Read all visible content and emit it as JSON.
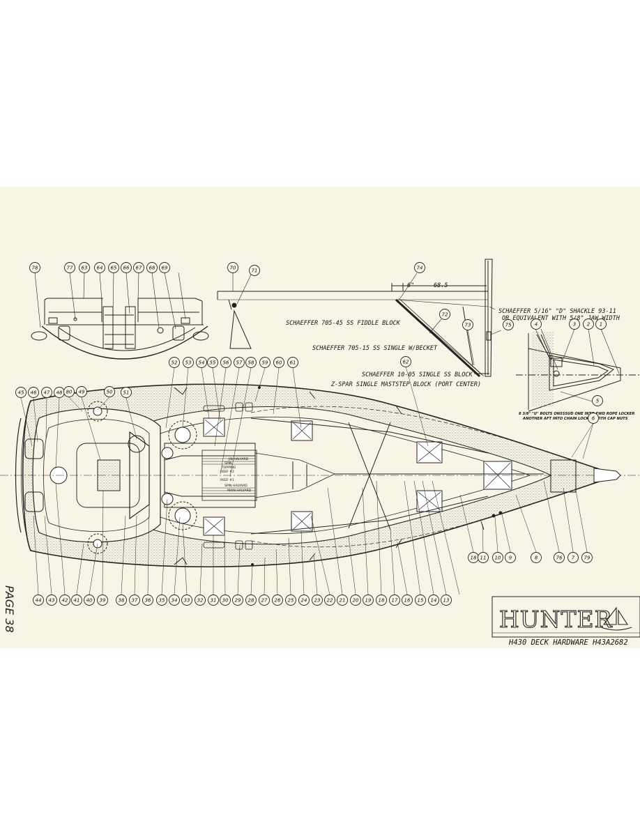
{
  "page_label": "PAGE 38",
  "title_block": {
    "logo_text": "HUNTER",
    "drawing_title": "H430 DECK HARDWARE H43A2682"
  },
  "dimensions": {
    "dim_a": "6\"",
    "dim_b": "68.5"
  },
  "notes": {
    "shackle": "SCHAEFFER 5/16\" \"D\" SHACKLE 93-11",
    "shackle_2": "OR EQUIVALENT WITH 5/8\" JAW WIDTH",
    "fiddle_block": "SCHAEFFER 705-45 SS FIDDLE BLOCK",
    "single_becket": "SCHAEFFER 705-15 SS SINGLE W/BECKET",
    "single_ss": "SCHAEFFER 10-05 SINGLE SS BLOCK",
    "mast_step": "Z-SPAR SINGLE MASTSTEP BLOCK (PORT CENTER)",
    "u_bolts": "8 3/8\" \"U\" BOLTS ON55SUD ONE INTO FWD ROPE LOCKER",
    "u_bolts_2": "ANOTHER AFT INTO CHAIN LOCKER WITH CAP NUTS"
  },
  "halyard_labels": [
    "JIB HALYARD",
    "SPIN",
    "TOPPING",
    "REEF #2",
    "REEF #1",
    "SPIN HALYARD",
    "MAIN HALYARD"
  ],
  "callouts": {
    "n1": "1",
    "n2": "2",
    "n3": "3",
    "n4": "4",
    "n5": "5",
    "n6": "6",
    "n7": "7",
    "n8": "8",
    "n9": "9",
    "n10": "10",
    "n11": "11",
    "n13": "13",
    "n14": "14",
    "n15": "15",
    "n16": "16",
    "n17": "17",
    "n18": "18",
    "n19": "19",
    "n20": "20",
    "n21": "21",
    "n22": "22",
    "n23": "23",
    "n24": "24",
    "n25": "25",
    "n26": "26",
    "n27": "27",
    "n28": "28",
    "n29": "29",
    "n30": "30",
    "n31": "31",
    "n32": "32",
    "n33": "33",
    "n34": "34",
    "n35": "35",
    "n36": "36",
    "n37": "37",
    "n38": "38",
    "n39": "39",
    "n40": "40",
    "n41": "41",
    "n42": "42",
    "n43": "43",
    "n44": "44",
    "n45": "45",
    "n46": "46",
    "n47": "47",
    "n48": "48",
    "n49": "49",
    "n50": "50",
    "n51": "51",
    "n52": "52",
    "n53": "53",
    "n54": "54",
    "n55": "55",
    "n56": "56",
    "n57": "57",
    "n58": "58",
    "n59": "59",
    "n60": "60",
    "n61": "61",
    "n62": "62",
    "n63": "63",
    "n64": "64",
    "n65": "65",
    "n66": "66",
    "n67": "67",
    "n68": "68",
    "n69": "69",
    "n70": "70",
    "n71": "71",
    "n72": "72",
    "n73": "73",
    "n74": "74",
    "n75": "75",
    "n76": "76",
    "n77": "77",
    "n78": "78",
    "n79": "79",
    "n80": "80",
    "n18b": "18"
  }
}
